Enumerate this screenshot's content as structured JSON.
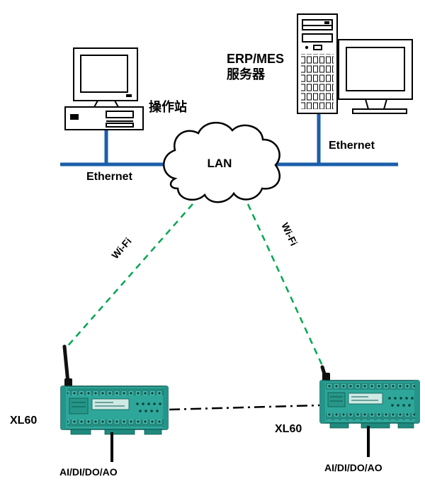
{
  "diagram": {
    "labels": {
      "operator_station": "操作站",
      "erp_mes_line1": "ERP/MES",
      "erp_mes_line2": "服务器",
      "ethernet_left": "Ethernet",
      "ethernet_right": "Ethernet",
      "lan": "LAN",
      "wifi_left": "Wi-Fi",
      "wifi_right": "Wi-Fi",
      "xl60_left": "XL60",
      "xl60_right": "XL60",
      "io_left": "AI/DI/DO/AO",
      "io_right": "AI/DI/DO/AO"
    },
    "colors": {
      "ethernet": "#1b5faa",
      "wifi": "#00a651",
      "device": "#2ea79a",
      "outline": "#000000"
    },
    "icons": {
      "workstation": "desktop-computer-icon",
      "server": "server-tower-with-monitor-icon",
      "cloud": "lan-cloud-icon",
      "device_left": "xl60-plc-module-icon",
      "device_right": "xl60-plc-module-icon"
    }
  }
}
